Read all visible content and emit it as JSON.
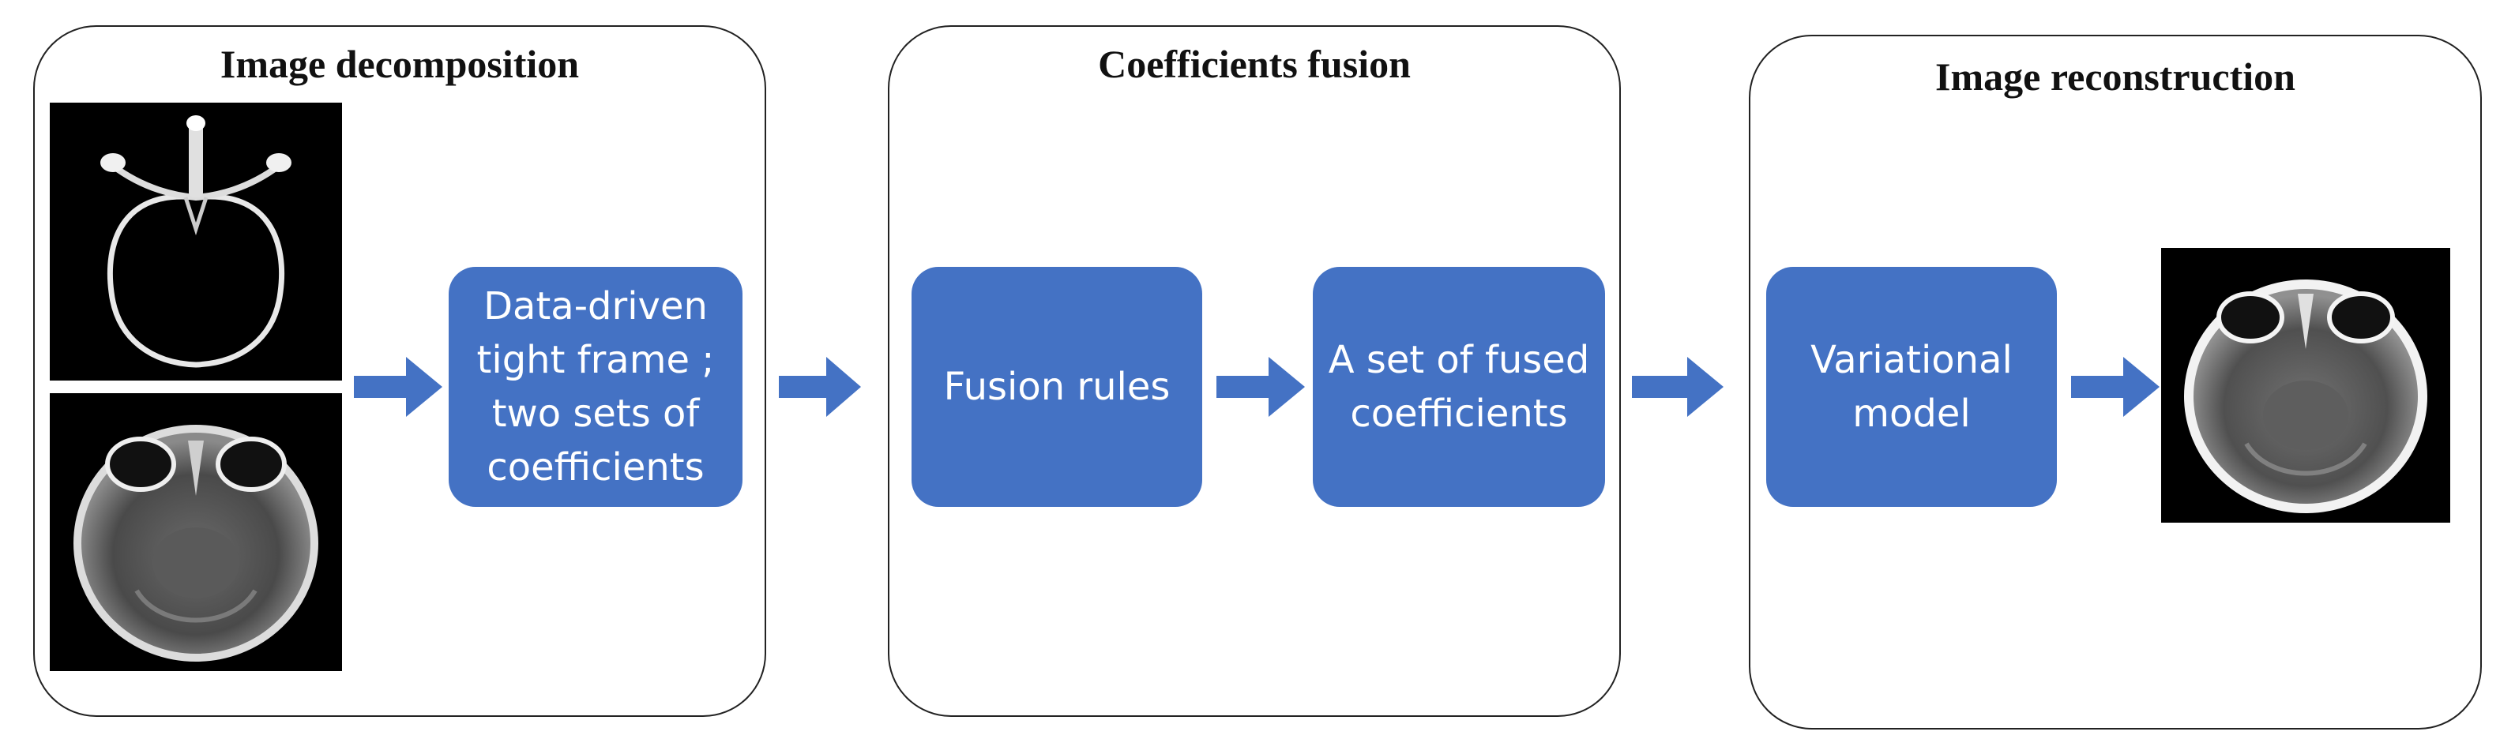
{
  "panels": {
    "decomposition": {
      "title": "Image decomposition"
    },
    "fusion": {
      "title": "Coefficients fusion"
    },
    "reconstruction": {
      "title": "Image reconstruction"
    }
  },
  "boxes": {
    "tight_frame": "Data-driven\ntight frame ;\ntwo sets of\ncoefficients",
    "fusion_rules": "Fusion rules",
    "fused_coefficients": "A set of fused\ncoefficients",
    "variational_model": "Variational\nmodel"
  },
  "images": {
    "ct": "ct-scan-icon",
    "mri": "mri-scan-icon",
    "fused": "fused-scan-icon"
  },
  "colors": {
    "box_fill": "#4472c4",
    "arrow_fill": "#4472c4",
    "panel_border": "#222222"
  }
}
